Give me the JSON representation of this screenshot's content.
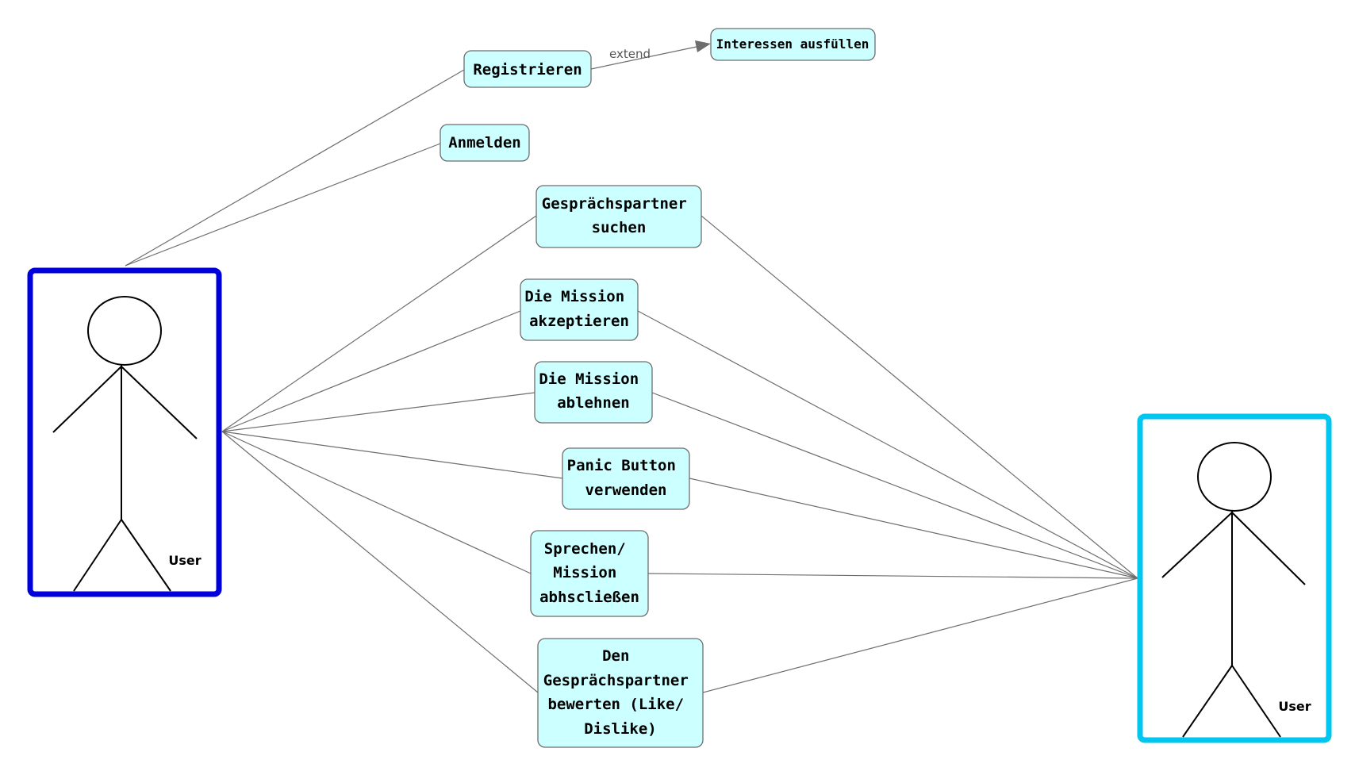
{
  "colors": {
    "left_actor_frame": "#0000dd",
    "right_actor_frame": "#00c6f0",
    "use_case_fill": "#ccffff",
    "connector": "#6e6e6e"
  },
  "actors": {
    "left": {
      "label": "User"
    },
    "right": {
      "label": "User"
    }
  },
  "use_cases": {
    "registrieren": [
      "Registrieren"
    ],
    "interessen": [
      "Interessen ausfüllen"
    ],
    "anmelden": [
      "Anmelden"
    ],
    "partner_suchen": [
      "Gesprächspartner",
      "suchen"
    ],
    "mission_akzeptieren": [
      "Die Mission",
      "akzeptieren"
    ],
    "mission_ablehnen": [
      "Die Mission",
      "ablehnen"
    ],
    "panic_button": [
      "Panic Button",
      "verwenden"
    ],
    "sprechen": [
      "Sprechen/",
      "Mission",
      "abhscließen"
    ],
    "bewerten": [
      "Den",
      "Gesprächspartner",
      "bewerten (Like/",
      "Dislike)"
    ]
  },
  "relations": {
    "extend_label": "extend"
  }
}
